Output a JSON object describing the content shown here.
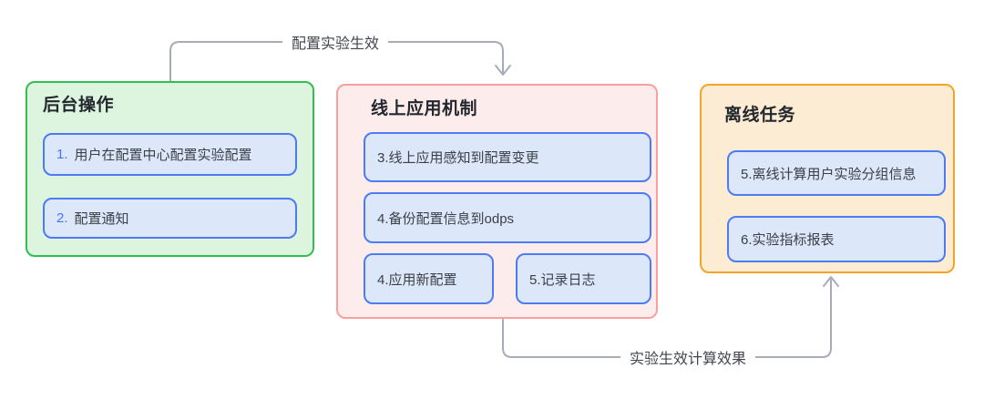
{
  "colors": {
    "canvas_bg": "#ffffff",
    "backend_border": "#2ec150",
    "backend_bg": "#ddf4de",
    "online_border": "#f8a0a0",
    "online_bg": "#fdecec",
    "offline_border": "#f7a424",
    "offline_bg": "#fbecd3",
    "step_border": "#4d7bf3",
    "step_bg": "#dde7fa",
    "step_text": "#3b4048",
    "step_number": "#4377f6",
    "title_text": "#23272e",
    "arrow_line": "#a6adb9",
    "arrow_label_text": "#41464e"
  },
  "groups": [
    {
      "title": "后台操作",
      "items": [
        {
          "num": "1.",
          "text": "用户在配置中心配置实验配置"
        },
        {
          "num": "2.",
          "text": "配置通知"
        }
      ]
    },
    {
      "title": "线上应用机制",
      "items": [
        {
          "text": "3.线上应用感知到配置变更"
        },
        {
          "text": "4.备份配置信息到odps"
        },
        {
          "text": "4.应用新配置"
        },
        {
          "text": "5.记录日志"
        }
      ]
    },
    {
      "title": "离线任务",
      "items": [
        {
          "text": "5.离线计算用户实验分组信息"
        },
        {
          "text": "6.实验指标报表"
        }
      ]
    }
  ],
  "arrows": [
    {
      "label": "配置实验生效"
    },
    {
      "label": "实验生效计算效果"
    }
  ]
}
